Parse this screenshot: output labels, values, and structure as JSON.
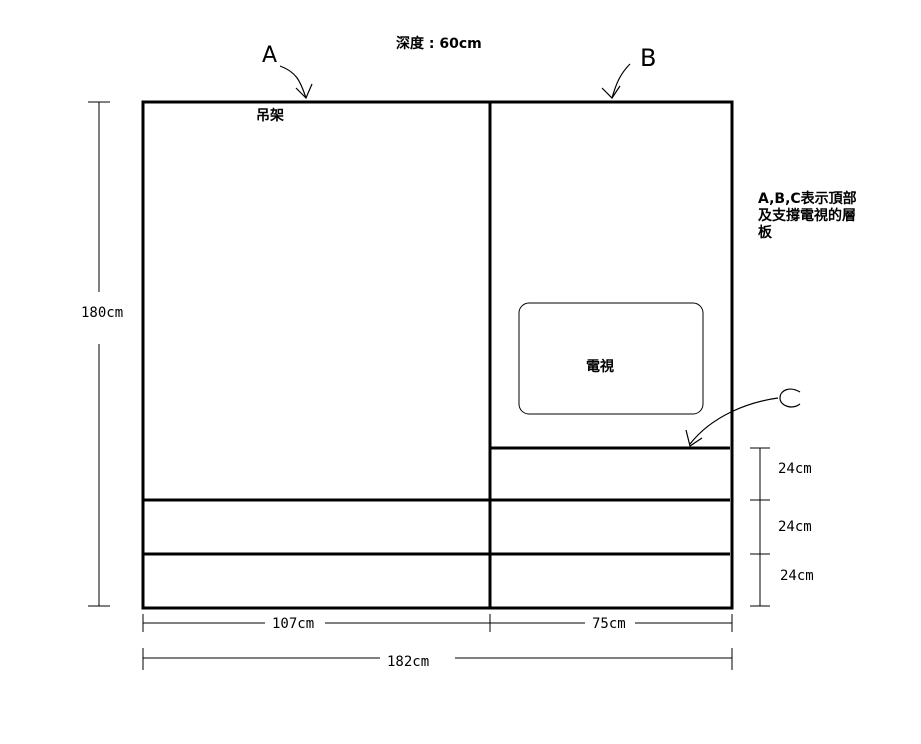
{
  "depth_label": "深度 : 60cm",
  "markers": {
    "a": "A",
    "b": "B",
    "c": "C"
  },
  "hanger_label": "吊架",
  "tv_label": "電視",
  "note": {
    "line1": "A,B,C表示頂部",
    "line2": "及支撐電視的層",
    "line3": "板"
  },
  "dimensions": {
    "height": "180cm",
    "left_width": "107cm",
    "right_width": "75cm",
    "total_width": "182cm",
    "shelf_1": "24cm",
    "shelf_2": "24cm",
    "shelf_3": "24cm"
  }
}
